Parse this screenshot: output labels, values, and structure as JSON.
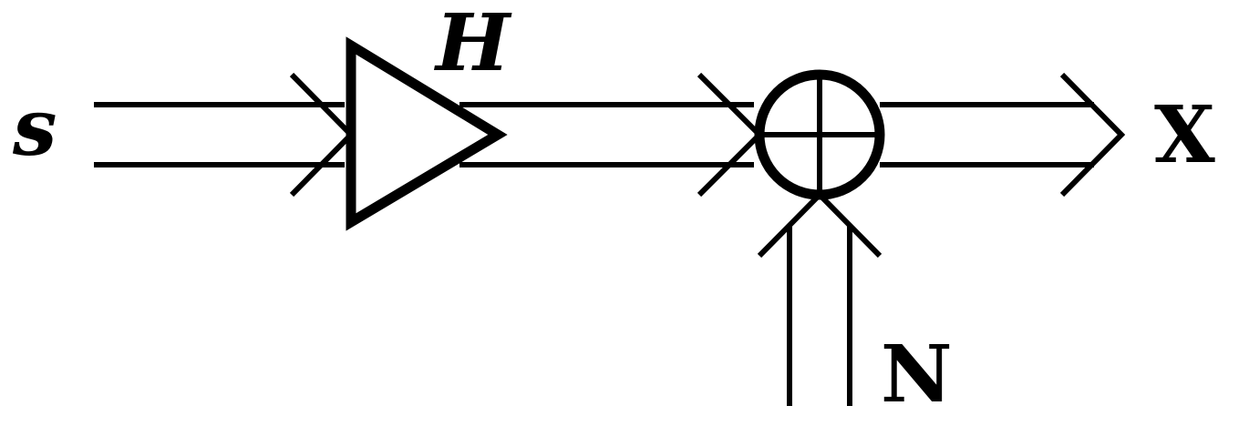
{
  "diagram": {
    "input_label": "s",
    "gain_label": "H",
    "output_label": "X",
    "noise_label": "N",
    "stroke_color": "#000000",
    "background_color": "#ffffff",
    "blocks": [
      {
        "name": "gain",
        "shape": "triangle-amplifier"
      },
      {
        "name": "sum",
        "shape": "circle-plus"
      }
    ]
  }
}
